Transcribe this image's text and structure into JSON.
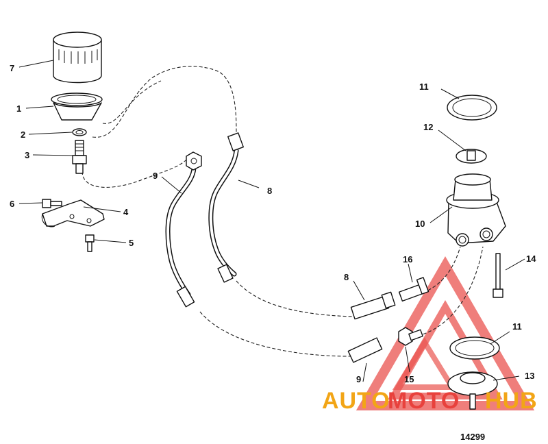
{
  "callouts": [
    {
      "id": "1",
      "text": "1"
    },
    {
      "id": "2",
      "text": "2"
    },
    {
      "id": "3",
      "text": "3"
    },
    {
      "id": "4",
      "text": "4"
    },
    {
      "id": "5",
      "text": "5"
    },
    {
      "id": "6",
      "text": "6"
    },
    {
      "id": "7",
      "text": "7"
    },
    {
      "id": "8a",
      "text": "8"
    },
    {
      "id": "8b",
      "text": "8"
    },
    {
      "id": "9a",
      "text": "9"
    },
    {
      "id": "9b",
      "text": "9"
    },
    {
      "id": "10",
      "text": "10"
    },
    {
      "id": "11a",
      "text": "11"
    },
    {
      "id": "11b",
      "text": "11"
    },
    {
      "id": "12",
      "text": "12"
    },
    {
      "id": "13",
      "text": "13"
    },
    {
      "id": "14",
      "text": "14"
    },
    {
      "id": "15",
      "text": "15"
    },
    {
      "id": "16",
      "text": "16"
    }
  ],
  "reference_number": "14299",
  "watermark": {
    "part_auto": "AUTO",
    "part_moto": "MOTO",
    "part_hub": "HUB",
    "colors": {
      "auto": "#f2a516",
      "moto": "#e8413c",
      "hub": "#f2a516",
      "triangle": "#e8413c"
    }
  }
}
